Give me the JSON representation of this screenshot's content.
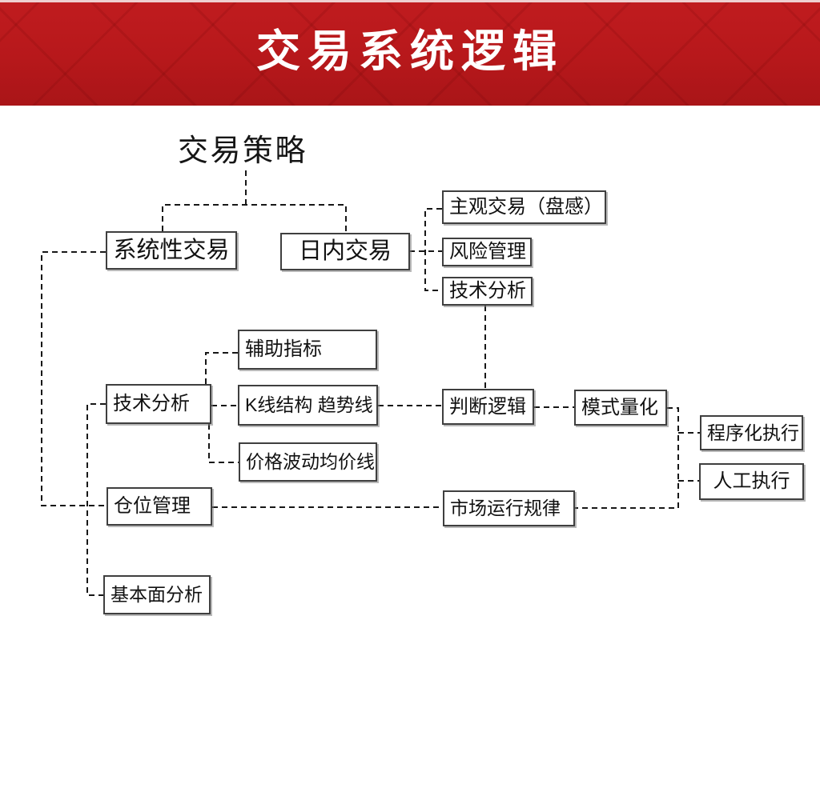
{
  "slide": {
    "title": "交易系统逻辑",
    "accent_color": "#b7181b",
    "title_color": "#ffffff",
    "connector_color": "#171717"
  },
  "diagram": {
    "root": "交易策略",
    "nodes": {
      "systematic_trading": {
        "label": "系统性交易"
      },
      "intraday_trading": {
        "label": "日内交易"
      },
      "subjective_trading": {
        "label": "主观交易（盘感）"
      },
      "risk_management": {
        "label": "风险管理"
      },
      "technical_analysis_right": {
        "label": "技术分析"
      },
      "auxiliary_indicators": {
        "label": "辅助指标"
      },
      "technical_analysis_left": {
        "label": "技术分析"
      },
      "kline_structure": {
        "label": "K线结构  趋势线"
      },
      "price_volatility": {
        "label": "价格波动均价线"
      },
      "judgment_logic": {
        "label": "判断逻辑"
      },
      "pattern_quantification": {
        "label": "模式量化"
      },
      "programmatic_execution": {
        "label": "程序化执行"
      },
      "manual_execution": {
        "label": "人工执行"
      },
      "position_management": {
        "label": "仓位管理"
      },
      "market_rules": {
        "label": "市场运行规律"
      },
      "fundamental_analysis": {
        "label": "基本面分析"
      }
    },
    "edges": [
      {
        "from": "root",
        "to": "systematic_trading"
      },
      {
        "from": "root",
        "to": "intraday_trading"
      },
      {
        "from": "intraday_trading",
        "to": "subjective_trading"
      },
      {
        "from": "intraday_trading",
        "to": "risk_management"
      },
      {
        "from": "intraday_trading",
        "to": "technical_analysis_right"
      },
      {
        "from": "technical_analysis_right",
        "to": "judgment_logic"
      },
      {
        "from": "systematic_trading",
        "to": "position_management"
      },
      {
        "from": "technical_analysis_left",
        "to": "auxiliary_indicators"
      },
      {
        "from": "technical_analysis_left",
        "to": "kline_structure"
      },
      {
        "from": "technical_analysis_left",
        "to": "price_volatility"
      },
      {
        "from": "technical_analysis_left",
        "to": "fundamental_analysis"
      },
      {
        "from": "kline_structure",
        "to": "judgment_logic"
      },
      {
        "from": "judgment_logic",
        "to": "pattern_quantification"
      },
      {
        "from": "pattern_quantification",
        "to": "programmatic_execution"
      },
      {
        "from": "pattern_quantification",
        "to": "manual_execution"
      },
      {
        "from": "pattern_quantification",
        "to": "market_rules"
      },
      {
        "from": "position_management",
        "to": "market_rules"
      }
    ]
  }
}
